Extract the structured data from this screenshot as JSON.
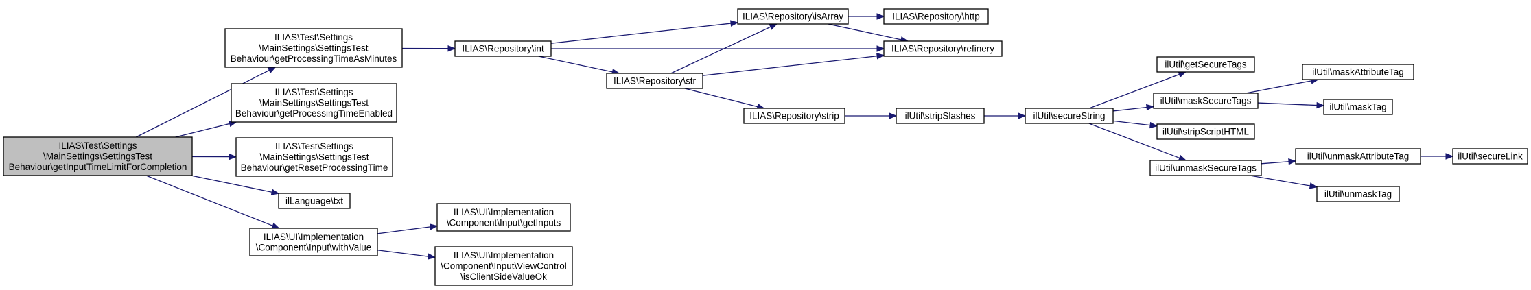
{
  "diagram": {
    "nodes": [
      {
        "id": "root",
        "lines": [
          "ILIAS\\Test\\Settings",
          "\\MainSettings\\SettingsTest",
          "Behaviour\\getInputTimeLimitForCompletion"
        ],
        "highlight": true
      },
      {
        "id": "getProcessingTimeAsMinutes",
        "lines": [
          "ILIAS\\Test\\Settings",
          "\\MainSettings\\SettingsTest",
          "Behaviour\\getProcessingTimeAsMinutes"
        ]
      },
      {
        "id": "getProcessingTimeEnabled",
        "lines": [
          "ILIAS\\Test\\Settings",
          "\\MainSettings\\SettingsTest",
          "Behaviour\\getProcessingTimeEnabled"
        ]
      },
      {
        "id": "getResetProcessingTime",
        "lines": [
          "ILIAS\\Test\\Settings",
          "\\MainSettings\\SettingsTest",
          "Behaviour\\getResetProcessingTime"
        ]
      },
      {
        "id": "txt",
        "lines": [
          "ilLanguage\\txt"
        ]
      },
      {
        "id": "withValue",
        "lines": [
          "ILIAS\\UI\\Implementation",
          "\\Component\\Input\\withValue"
        ]
      },
      {
        "id": "int",
        "lines": [
          "ILIAS\\Repository\\int"
        ]
      },
      {
        "id": "str",
        "lines": [
          "ILIAS\\Repository\\str"
        ]
      },
      {
        "id": "isArray",
        "lines": [
          "ILIAS\\Repository\\isArray"
        ]
      },
      {
        "id": "http",
        "lines": [
          "ILIAS\\Repository\\http"
        ]
      },
      {
        "id": "refinery",
        "lines": [
          "ILIAS\\Repository\\refinery"
        ]
      },
      {
        "id": "strip",
        "lines": [
          "ILIAS\\Repository\\strip"
        ]
      },
      {
        "id": "stripSlashes",
        "lines": [
          "ilUtil\\stripSlashes"
        ]
      },
      {
        "id": "secureString",
        "lines": [
          "ilUtil\\secureString"
        ]
      },
      {
        "id": "getSecureTags",
        "lines": [
          "ilUtil\\getSecureTags"
        ]
      },
      {
        "id": "maskSecureTags",
        "lines": [
          "ilUtil\\maskSecureTags"
        ]
      },
      {
        "id": "stripScriptHTML",
        "lines": [
          "ilUtil\\stripScriptHTML"
        ]
      },
      {
        "id": "unmaskSecureTags",
        "lines": [
          "ilUtil\\unmaskSecureTags"
        ]
      },
      {
        "id": "maskAttributeTag",
        "lines": [
          "ilUtil\\maskAttributeTag"
        ]
      },
      {
        "id": "maskTag",
        "lines": [
          "ilUtil\\maskTag"
        ]
      },
      {
        "id": "unmaskAttributeTag",
        "lines": [
          "ilUtil\\unmaskAttributeTag"
        ]
      },
      {
        "id": "secureLink",
        "lines": [
          "ilUtil\\secureLink"
        ]
      },
      {
        "id": "unmaskTag",
        "lines": [
          "ilUtil\\unmaskTag"
        ]
      },
      {
        "id": "getInputs",
        "lines": [
          "ILIAS\\UI\\Implementation",
          "\\Component\\Input\\getInputs"
        ]
      },
      {
        "id": "isClientSideValueOk",
        "lines": [
          "ILIAS\\UI\\Implementation",
          "\\Component\\Input\\ViewControl",
          "\\isClientSideValueOk"
        ]
      }
    ],
    "edges": [
      [
        "root",
        "getProcessingTimeAsMinutes"
      ],
      [
        "root",
        "getProcessingTimeEnabled"
      ],
      [
        "root",
        "getResetProcessingTime"
      ],
      [
        "root",
        "txt"
      ],
      [
        "root",
        "withValue"
      ],
      [
        "getProcessingTimeAsMinutes",
        "int"
      ],
      [
        "int",
        "isArray"
      ],
      [
        "int",
        "refinery"
      ],
      [
        "int",
        "str"
      ],
      [
        "str",
        "isArray"
      ],
      [
        "str",
        "refinery"
      ],
      [
        "str",
        "strip"
      ],
      [
        "isArray",
        "http"
      ],
      [
        "isArray",
        "refinery"
      ],
      [
        "strip",
        "stripSlashes"
      ],
      [
        "stripSlashes",
        "secureString"
      ],
      [
        "secureString",
        "getSecureTags"
      ],
      [
        "secureString",
        "maskSecureTags"
      ],
      [
        "secureString",
        "stripScriptHTML"
      ],
      [
        "secureString",
        "unmaskSecureTags"
      ],
      [
        "maskSecureTags",
        "maskAttributeTag"
      ],
      [
        "maskSecureTags",
        "maskTag"
      ],
      [
        "unmaskSecureTags",
        "unmaskAttributeTag"
      ],
      [
        "unmaskSecureTags",
        "unmaskTag"
      ],
      [
        "unmaskAttributeTag",
        "secureLink"
      ],
      [
        "withValue",
        "getInputs"
      ],
      [
        "withValue",
        "isClientSideValueOk"
      ]
    ]
  }
}
